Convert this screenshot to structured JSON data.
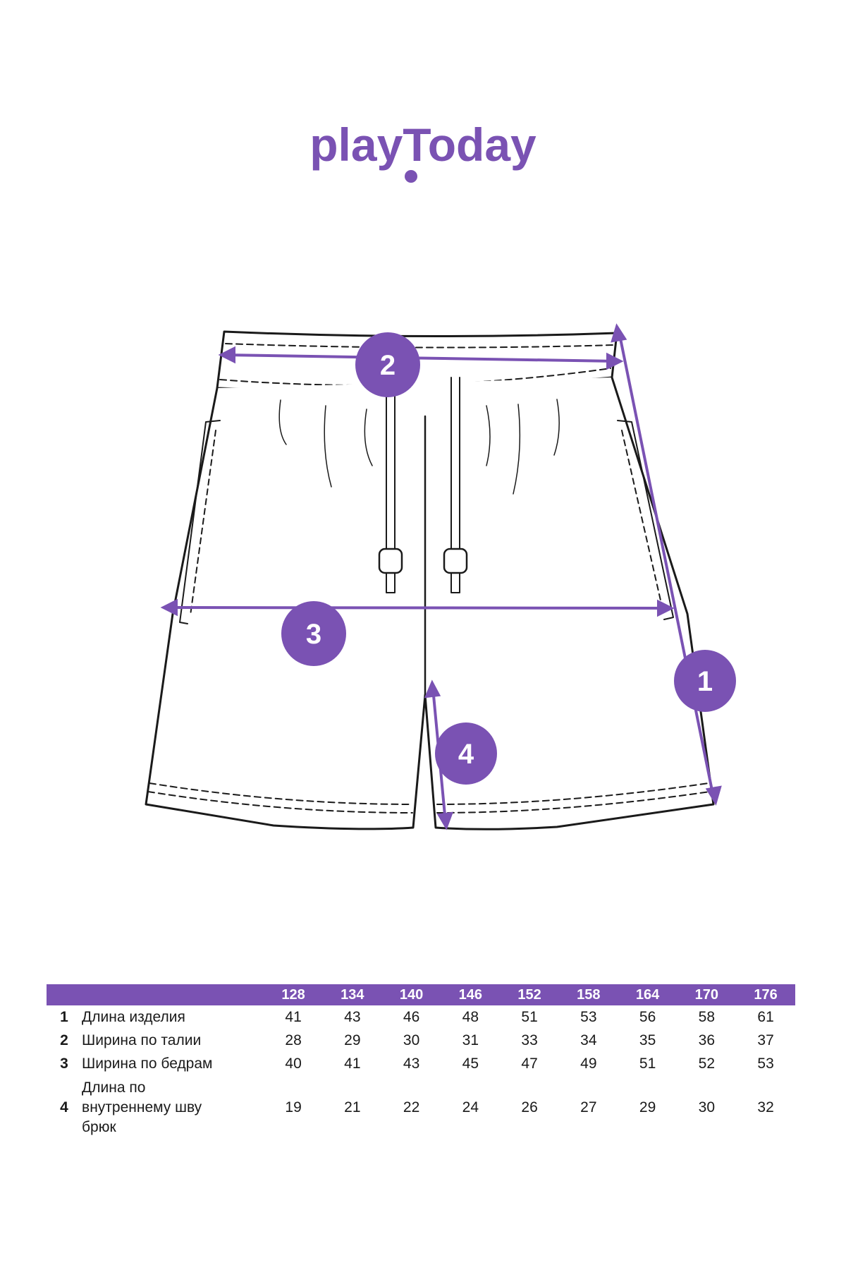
{
  "brand": {
    "name_part1": "play",
    "name_part2": "Today",
    "color": "#7a52b3"
  },
  "diagram": {
    "subject": "shorts",
    "markers": [
      {
        "id": "1",
        "label": "1"
      },
      {
        "id": "2",
        "label": "2"
      },
      {
        "id": "3",
        "label": "3"
      },
      {
        "id": "4",
        "label": "4"
      }
    ],
    "accent_color": "#7a52b3",
    "line_color": "#1a1a1a"
  },
  "size_table": {
    "sizes": [
      "128",
      "134",
      "140",
      "146",
      "152",
      "158",
      "164",
      "170",
      "176"
    ],
    "rows": [
      {
        "num": "1",
        "label_lines": [
          "Длина изделия"
        ],
        "values": [
          "41",
          "43",
          "46",
          "48",
          "51",
          "53",
          "56",
          "58",
          "61"
        ]
      },
      {
        "num": "2",
        "label_lines": [
          "Ширина по талии"
        ],
        "values": [
          "28",
          "29",
          "30",
          "31",
          "33",
          "34",
          "35",
          "36",
          "37"
        ]
      },
      {
        "num": "3",
        "label_lines": [
          "Ширина по бедрам"
        ],
        "values": [
          "40",
          "41",
          "43",
          "45",
          "47",
          "49",
          "51",
          "52",
          "53"
        ]
      },
      {
        "num": "4",
        "label_lines": [
          "Длина по",
          "внутреннему шву",
          "брюк"
        ],
        "values": [
          "19",
          "21",
          "22",
          "24",
          "26",
          "27",
          "29",
          "30",
          "32"
        ]
      }
    ]
  }
}
